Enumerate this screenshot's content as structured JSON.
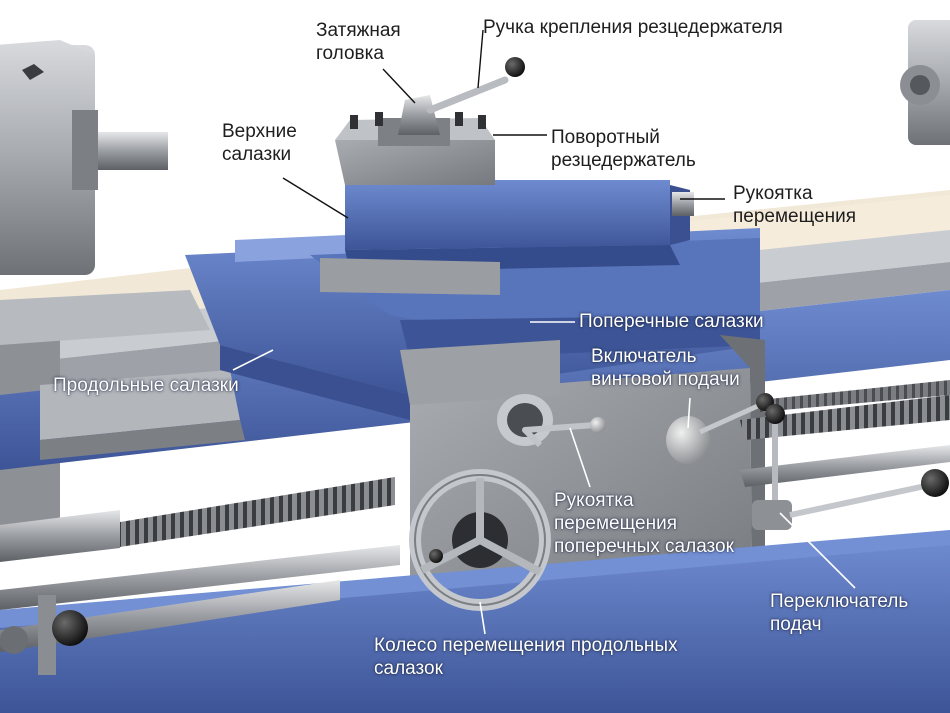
{
  "labels": {
    "clamp_head": "Затяжная\nголовка",
    "holder_handle": "Ручка крепления резцедержателя",
    "upper_slide": "Верхние\nсалазки",
    "rotary_holder": "Поворотный\nрезцедержатель",
    "move_handle": "Рукоятка\nперемещения",
    "cross_slide": "Поперечные салазки",
    "screw_feed": "Включатель\nвинтовой подачи",
    "long_slide": "Продольные салазки",
    "cross_handle": "Рукоятка\nперемещения\nпоперечных салазок",
    "feed_switch": "Переключатель\nподач",
    "long_wheel": "Колесо перемещения продольных\nсалазок"
  },
  "colors": {
    "machine_blue": "#4f6db2",
    "apron_grey": "#8f9297",
    "label_dark": "#1e1e1e",
    "label_light": "#ffffff"
  }
}
